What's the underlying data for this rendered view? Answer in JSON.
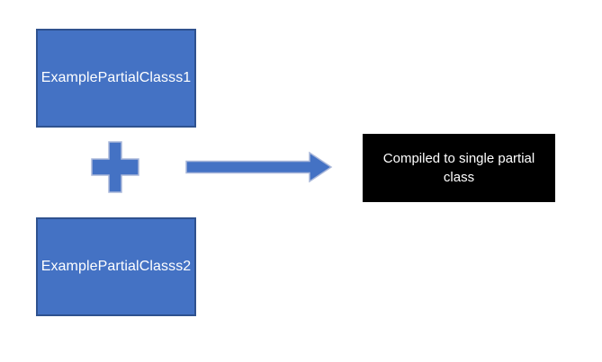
{
  "diagram": {
    "source_boxes": [
      {
        "label": "ExamplePartialClasss1"
      },
      {
        "label": "ExamplePartialClasss2"
      }
    ],
    "result_box": {
      "lines": [
        "Compiled to single partial",
        "class"
      ]
    },
    "colors": {
      "shape_fill": "#4472C4",
      "box_border": "#2F528F",
      "connector_outline": "#A9B7DA",
      "result_background": "#000000",
      "text_on_blue": "#FFFFFF",
      "text_on_black": "#FFFFFF",
      "page_background": "#FFFFFF"
    }
  }
}
